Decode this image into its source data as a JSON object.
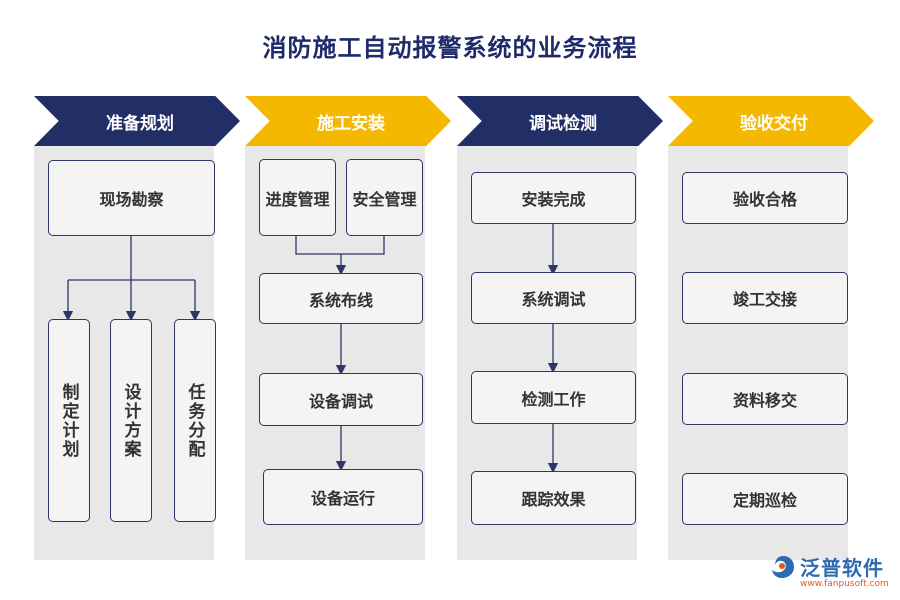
{
  "title": "消防施工自动报警系统的业务流程",
  "stages": [
    {
      "label": "准备规划",
      "color": "#222f66"
    },
    {
      "label": "施工安装",
      "color": "#f5b800"
    },
    {
      "label": "调试检测",
      "color": "#222f66"
    },
    {
      "label": "验收交付",
      "color": "#f5b800"
    }
  ],
  "prep": {
    "top": "现场勘察",
    "branches": [
      "制定计划",
      "设计方案",
      "任务分配"
    ]
  },
  "install": {
    "parallel": [
      "进度管理",
      "安全管理"
    ],
    "steps": [
      "系统布线",
      "设备调试",
      "设备运行"
    ]
  },
  "debug": {
    "steps": [
      "安装完成",
      "系统调试",
      "检测工作",
      "跟踪效果"
    ]
  },
  "accept": {
    "steps": [
      "验收合格",
      "竣工交接",
      "资料移交",
      "定期巡检"
    ]
  },
  "logo": {
    "name": "泛普软件",
    "url": "www.fanpusoft.com"
  },
  "colors": {
    "navy": "#222f66",
    "gold": "#f5b800",
    "line": "#2e3668"
  }
}
